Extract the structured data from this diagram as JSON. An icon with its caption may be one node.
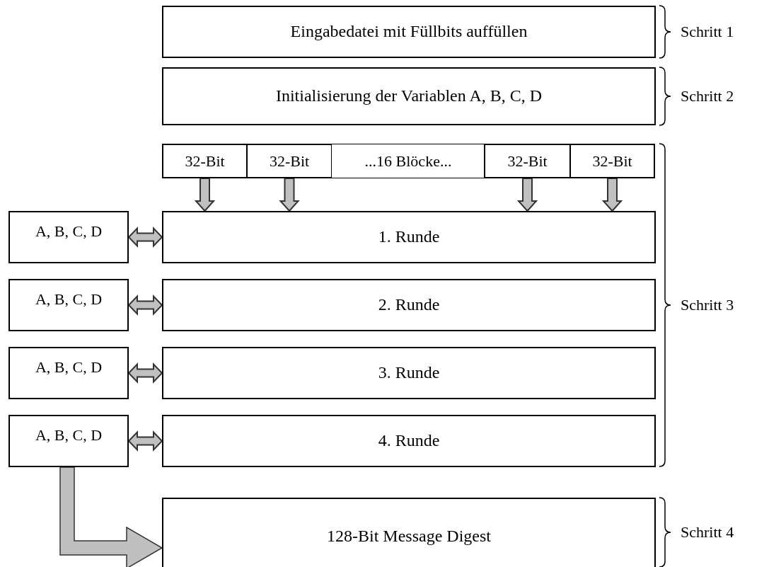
{
  "diagram": {
    "nodes": [
      {
        "text": [
          "Eingabedatei mit Füllbits auffüllen"
        ],
        "beside": [
          "Schritt 1"
        ]
      },
      {
        "text": [
          "Initialisierung der Variablen A, B, C, D"
        ],
        "beside": [
          "Schritt 2"
        ]
      },
      {
        "text": [
          "32-Bit"
        ]
      },
      {
        "text": [
          "32-Bit"
        ]
      },
      {
        "text": [
          "...16 Blöcke..."
        ]
      },
      {
        "text": [
          "32-Bit"
        ]
      },
      {
        "text": [
          "32-Bit"
        ]
      },
      {
        "text": [
          "A, B, C, D"
        ]
      },
      {
        "text": [
          "1. Runde"
        ]
      },
      {
        "text": [
          "A, B, C, D"
        ]
      },
      {
        "text": [
          "2. Runde"
        ]
      },
      {
        "text": [
          "A, B, C, D"
        ]
      },
      {
        "text": [
          "3. Runde"
        ]
      },
      {
        "text": [
          "A, B, C, D"
        ]
      },
      {
        "text": [
          "4. Runde"
        ]
      },
      {
        "text": [
          "128-Bit Message Digest"
        ],
        "beside": [
          "Schritt 4"
        ]
      }
    ],
    "edges": [
      {
        "from": 2,
        "to": 8,
        "arrow": "to"
      },
      {
        "from": 3,
        "to": 8,
        "arrow": "to"
      },
      {
        "from": 5,
        "to": 8,
        "arrow": "to"
      },
      {
        "from": 6,
        "to": 8,
        "arrow": "to"
      },
      {
        "from": 7,
        "to": 8,
        "arrow": "both"
      },
      {
        "from": 9,
        "to": 10,
        "arrow": "both"
      },
      {
        "from": 11,
        "to": 12,
        "arrow": "both"
      },
      {
        "from": 13,
        "to": 14,
        "arrow": "both"
      },
      {
        "from": 13,
        "to": 15,
        "arrow": "to",
        "style": "thick"
      }
    ],
    "labels": [
      "Schritt 3"
    ]
  }
}
